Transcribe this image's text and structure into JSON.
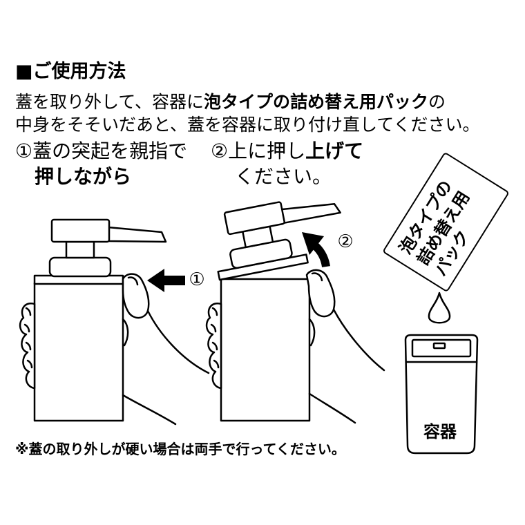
{
  "heading": "■ご使用方法",
  "intro": {
    "line1_prefix": "蓋を取り外して、容器に",
    "line1_bold": "泡タイプの詰め替え用パック",
    "line1_suffix": "の",
    "line2": "中身をそそいだあと、蓋を容器に取り付け直してください。"
  },
  "steps": [
    {
      "number": "①",
      "text_regular": "蓋の突起を親指で",
      "text_bold": "押しながら"
    },
    {
      "number": "②",
      "text_regular": "上に押し",
      "text_bold": "上げて",
      "text_line2": "ください。"
    }
  ],
  "illustration": {
    "arrow_labels": [
      "①",
      "②"
    ],
    "refill_pack_lines": [
      "泡タイプの",
      "詰め替え用",
      "パック"
    ],
    "container_label": "容器"
  },
  "note": "※蓋の取り外しが硬い場合は両手で行ってください。",
  "colors": {
    "ink": "#000000",
    "paper": "#ffffff"
  }
}
